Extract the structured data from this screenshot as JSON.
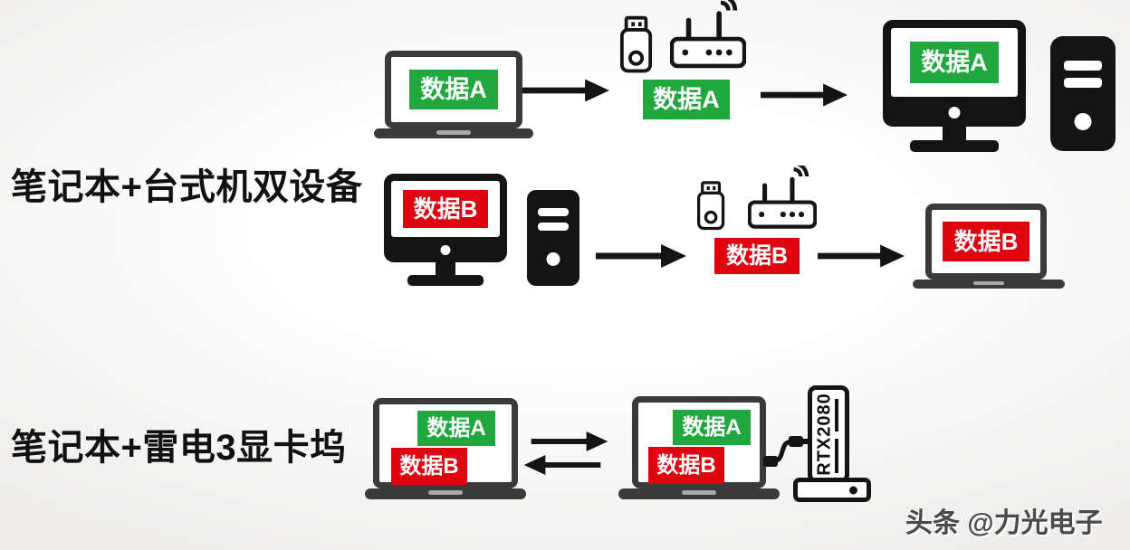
{
  "colors": {
    "background_gray": "#eeedec",
    "green_label": "#20A83E",
    "red_label": "#E0020F",
    "icon_black": "#141414",
    "laptop_frame_gray": "#3a3a3a",
    "heading_text": "#111111",
    "watermark_gray": "#4a4a4a"
  },
  "row1": {
    "source_laptop": {
      "icon": "laptop-icon",
      "screen_label": "数据A"
    },
    "transfer": {
      "usb_icon": "usb-drive-icon",
      "router_icon": "wifi-router-icon",
      "label": "数据A"
    },
    "target_desktop": {
      "monitor_icon": "desktop-monitor-icon",
      "tower_icon": "pc-tower-icon",
      "screen_label": "数据A"
    }
  },
  "row2": {
    "heading": "笔记本+台式机双设备",
    "source_desktop": {
      "monitor_icon": "desktop-monitor-icon",
      "tower_icon": "pc-tower-icon",
      "screen_label": "数据B"
    },
    "transfer": {
      "usb_icon": "usb-drive-icon",
      "router_icon": "wifi-router-icon",
      "label": "数据B"
    },
    "target_laptop": {
      "icon": "laptop-icon",
      "screen_label": "数据B"
    }
  },
  "row3": {
    "heading": "笔记本+雷电3显卡坞",
    "left_laptop": {
      "icon": "laptop-icon",
      "labels": {
        "a": "数据A",
        "b": "数据B"
      }
    },
    "right_laptop": {
      "icon": "laptop-icon",
      "labels": {
        "a": "数据A",
        "b": "数据B"
      }
    },
    "cable_icon": "thunderbolt-cable-icon",
    "gpu_dock": {
      "icon": "gpu-dock-icon",
      "label": "RTX2080"
    }
  },
  "watermark": {
    "text": "头条 @力光电子"
  }
}
